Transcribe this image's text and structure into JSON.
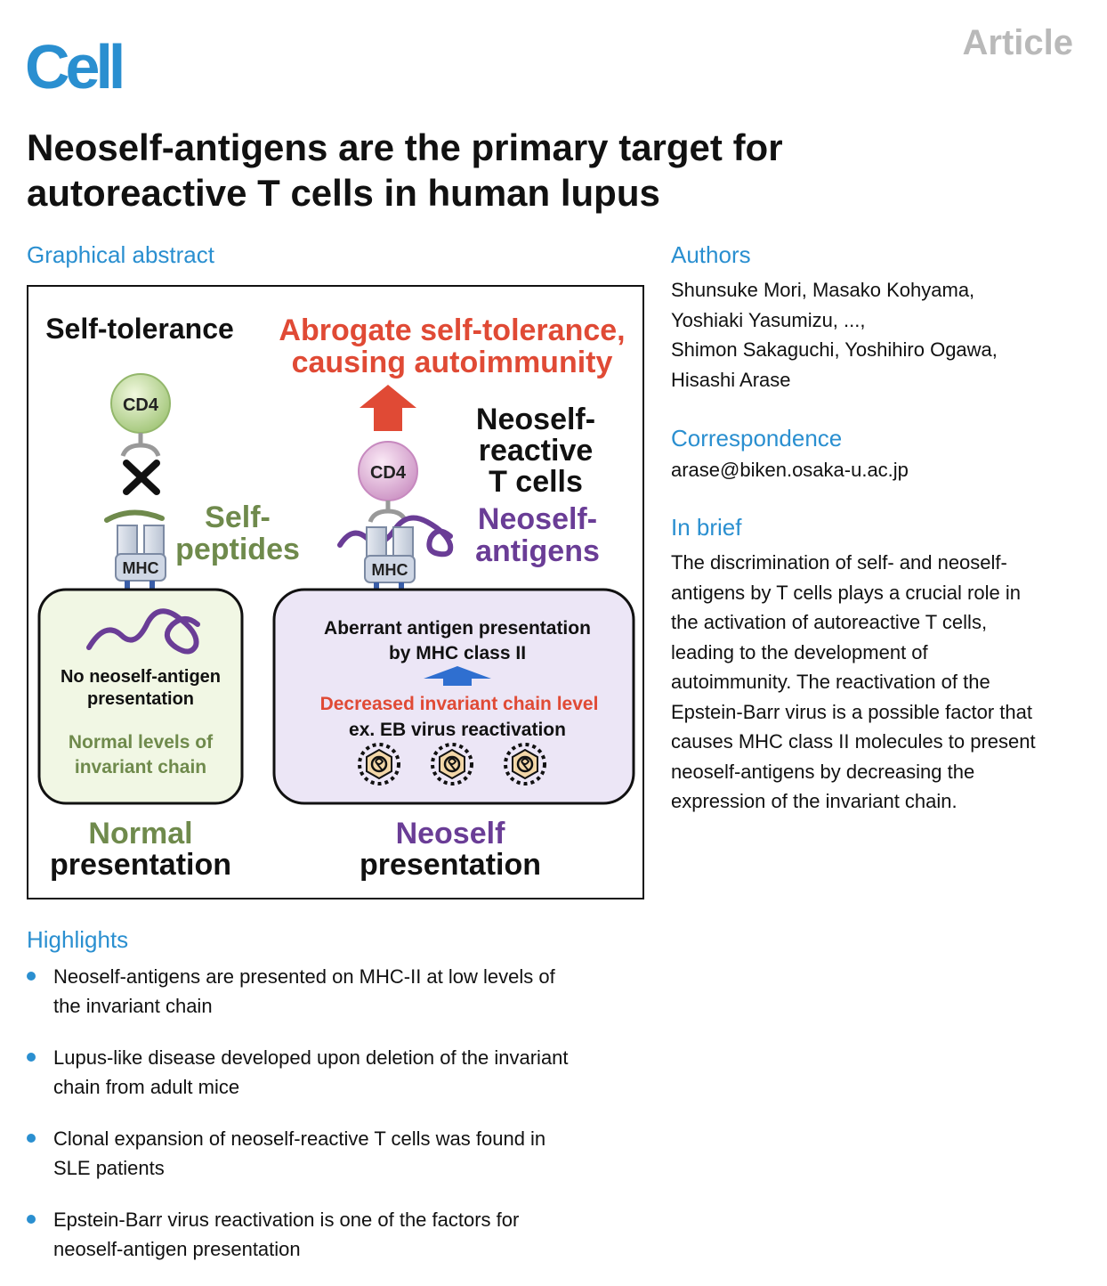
{
  "journal": {
    "name": "Cell",
    "article_type": "Article",
    "brand_color": "#2a8fd0"
  },
  "title": "Neoself-antigens are the primary target for autoreactive T cells in human lupus",
  "graphical_abstract": {
    "heading": "Graphical abstract",
    "left": {
      "title": "Self-tolerance",
      "cd4": "CD4",
      "mhc": "MHC",
      "peptide_label_1": "Self-",
      "peptide_label_2": "peptides",
      "box_line_1": "No neoself-antigen",
      "box_line_2": "presentation",
      "box_line_3": "Normal levels of",
      "box_line_4": "invariant chain",
      "footer_1": "Normal",
      "footer_2": "presentation"
    },
    "right": {
      "title_1": "Abrogate self-tolerance,",
      "title_2": "causing autoimmunity",
      "cd4": "CD4",
      "mhc": "MHC",
      "tcell_1": "Neoself-",
      "tcell_2": "reactive",
      "tcell_3": "T cells",
      "antigen_1": "Neoself-",
      "antigen_2": "antigens",
      "box_line_1": "Aberrant antigen presentation",
      "box_line_2": "by MHC class II",
      "box_line_3": "Decreased invariant chain level",
      "box_line_4": "ex. EB virus reactivation",
      "footer_1": "Neoself",
      "footer_2": "presentation"
    },
    "colors": {
      "red": "#e04a35",
      "green": "#6f8a4c",
      "purple": "#6a3d96"
    }
  },
  "authors": {
    "heading": "Authors",
    "lines": [
      "Shunsuke Mori, Masako Kohyama,",
      "Yoshiaki Yasumizu, ...,",
      "Shimon Sakaguchi, Yoshihiro Ogawa,",
      "Hisashi Arase"
    ]
  },
  "correspondence": {
    "heading": "Correspondence",
    "email": "arase@biken.osaka-u.ac.jp"
  },
  "in_brief": {
    "heading": "In brief",
    "lines": [
      "The discrimination of self- and neoself-",
      "antigens by T cells plays a crucial role in",
      "the activation of autoreactive T cells,",
      "leading to the development of",
      "autoimmunity. The reactivation of the",
      "Epstein-Barr virus is a possible factor that",
      "causes MHC class II molecules to present",
      "neoself-antigens by decreasing the",
      "expression of the invariant chain."
    ]
  },
  "highlights": {
    "heading": "Highlights",
    "items": [
      {
        "line1": "Neoself-antigens are presented on MHC-II at low levels of",
        "line2": "the invariant chain"
      },
      {
        "line1": "Lupus-like disease developed upon deletion of the invariant",
        "line2": "chain from adult mice"
      },
      {
        "line1": "Clonal expansion of neoself-reactive T cells was found in",
        "line2": "SLE patients"
      },
      {
        "line1": "Epstein-Barr virus reactivation is one of the factors for",
        "line2": "neoself-antigen presentation"
      }
    ]
  }
}
